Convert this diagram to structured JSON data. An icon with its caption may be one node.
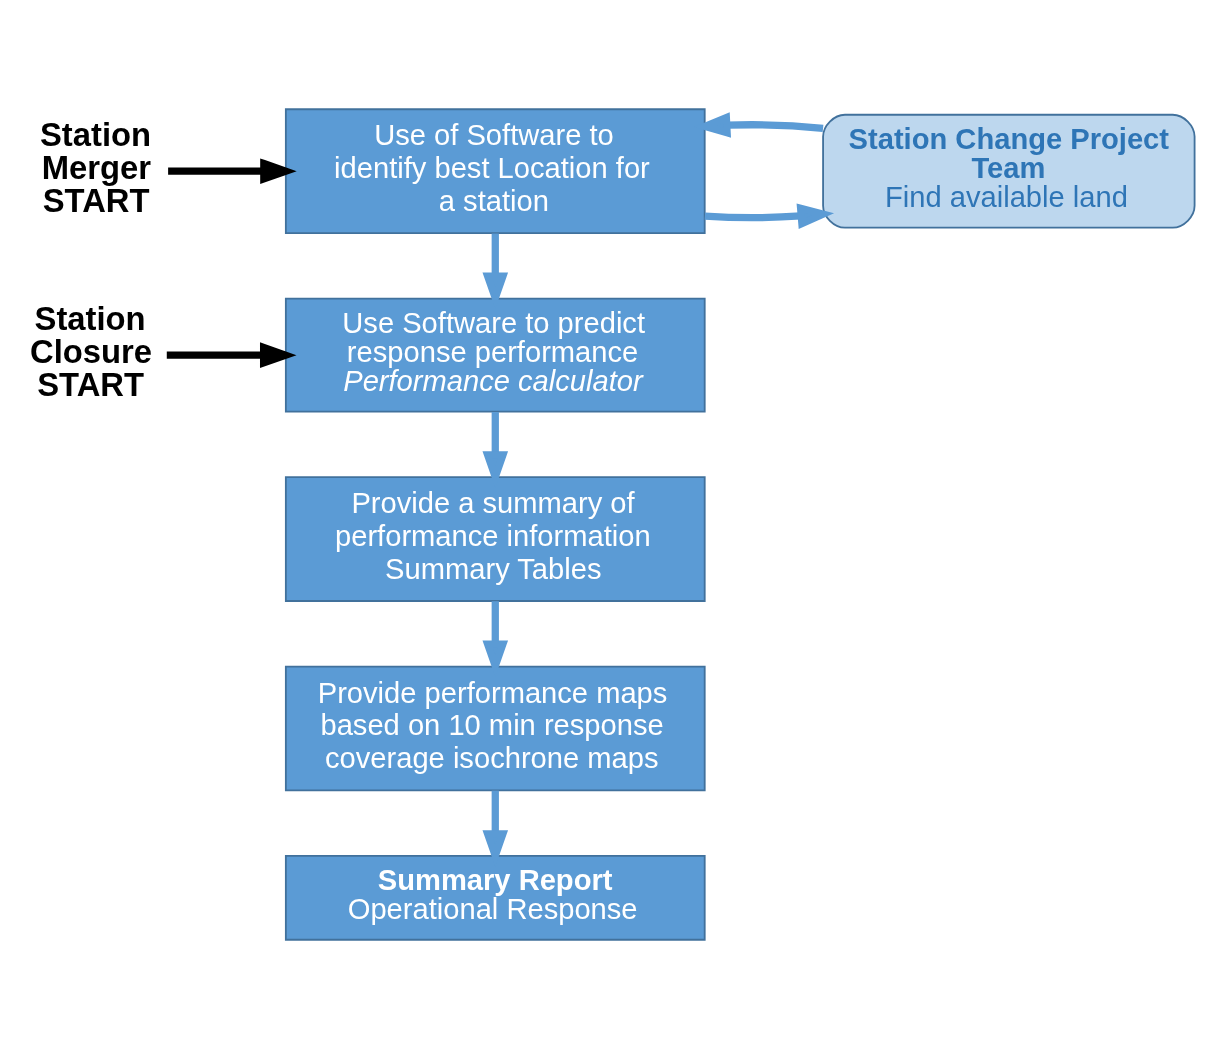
{
  "diagram": {
    "nodes": [
      {
        "text": [
          "Station Merger START"
        ]
      },
      {
        "text": [
          "Use of Software to identify best Location for a station"
        ]
      },
      {
        "text": [
          "Station Change Project Team",
          "Find available land"
        ]
      },
      {
        "text": [
          "Station Closure START"
        ]
      },
      {
        "text": [
          "Use Software to predict response performance",
          "Performance calculator"
        ]
      },
      {
        "text": [
          "Provide a summary of performance information",
          "Summary Tables"
        ]
      },
      {
        "text": [
          "Provide performance maps based on 10 min response coverage isochrone maps"
        ]
      },
      {
        "text": [
          "Summary Report",
          "Operational Response"
        ]
      }
    ],
    "edges": [
      {
        "from": 0,
        "to": 1,
        "arrow": "to",
        "color": "#000000"
      },
      {
        "from": 1,
        "to": 2,
        "arrow": "to"
      },
      {
        "from": 2,
        "to": 1,
        "arrow": "to"
      },
      {
        "from": 1,
        "to": 4,
        "arrow": "to"
      },
      {
        "from": 3,
        "to": 4,
        "arrow": "to",
        "color": "#000000"
      },
      {
        "from": 4,
        "to": 5,
        "arrow": "to"
      },
      {
        "from": 5,
        "to": 6,
        "arrow": "to"
      },
      {
        "from": 6,
        "to": 7,
        "arrow": "to"
      }
    ]
  }
}
